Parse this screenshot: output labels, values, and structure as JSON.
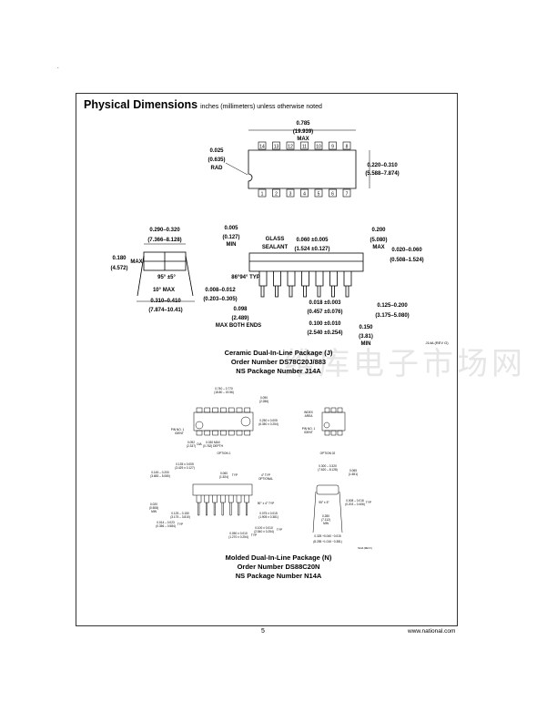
{
  "header": {
    "title": "Physical Dimensions",
    "subtitle": "inches (millimeters) unless otherwise noted"
  },
  "watermark": "维库电子市场网",
  "top_view": {
    "length": "0.785",
    "length_mm": "(19.939)",
    "length_note": "MAX",
    "rad": "0.025",
    "rad_mm": "(0.635)",
    "rad_note": "RAD",
    "width": "0.220–0.310",
    "width_mm": "(5.588–7.874)",
    "top_pins": [
      "14",
      "13",
      "12",
      "11",
      "10",
      "9",
      "8"
    ],
    "bottom_pins": [
      "1",
      "2",
      "3",
      "4",
      "5",
      "6",
      "7"
    ]
  },
  "end_view": {
    "span": "0.290–0.320",
    "span_mm": "(7.366–8.128)",
    "height": "0.180",
    "height_mm": "(4.572)",
    "height_note": "MAX",
    "angle": "95° ±5°",
    "max_angle": "10° MAX",
    "lead_thk": "0.008–0.012",
    "lead_thk_mm": "(0.203–0.305)",
    "outer": "0.310–0.410",
    "outer_mm": "(7.874–10.41)"
  },
  "side_view": {
    "min_gap": "0.005",
    "min_gap_mm": "(0.127)",
    "min_gap_note": "MIN",
    "glass": "GLASS",
    "sealant": "SEALANT",
    "pitch_w": "0.060 ±0.005",
    "pitch_w_mm": "(1.524 ±0.127)",
    "height": "0.200",
    "height_mm": "(5.080)",
    "height_note": "MAX",
    "stand": "0.020–0.060",
    "stand_mm": "(0.508–1.524)",
    "angle": "86°94° TYP",
    "end": "0.098",
    "end_mm": "(2.489)",
    "end_note": "MAX BOTH ENDS",
    "lead_w": "0.018 ±0.003",
    "lead_w_mm": "(0.457 ±0.076)",
    "pitch": "0.100 ±0.010",
    "pitch_mm": "(2.540 ±0.254)",
    "lead_len": "0.125–0.200",
    "lead_len_mm": "(3.175–5.080)",
    "min_len": "0.150",
    "min_len_mm": "(3.81)",
    "min_len_note": "MIN",
    "rev": "J14A (REV G)"
  },
  "caption_j": [
    "Ceramic Dual-In-Line Package (J)",
    "Order Number DS78C20J/883",
    "NS Package Number J14A"
  ],
  "n_top": {
    "length": "0.740 – 0.770",
    "length_mm": "(18.80 – 19.56)",
    "end": "0.090",
    "end_mm": "(2.286)",
    "width": "0.250 ± 0.005",
    "width_mm": "(6.350 ± 0.254)",
    "pin1": "PIN NO. 1",
    "ident": "IDENT",
    "dia": "0.092",
    "dia_mm": "(2.337)",
    "dia_note": "DIA",
    "depth": "0.030  MAX",
    "depth_mm": "(0.762)  DEPTH",
    "option1": "OPTION 1",
    "index": "INDEX",
    "area": "AREA",
    "option2": "OPTION 02"
  },
  "n_side": {
    "h1": "0.135 ± 0.005",
    "h1_mm": "(3.429 ± 0.127)",
    "h2": "0.145 – 0.200",
    "h2_mm": "(3.683 – 5.080)",
    "w": "0.060",
    "w_mm": "(1.524)",
    "typ": "TYP",
    "opt": "4° TYP",
    "optional": "OPTIONAL",
    "min": "0.020",
    "min_mm": "(0.508)",
    "min_note": "MIN",
    "ll": "0.125 – 0.150",
    "ll_mm": "(3.175 – 3.810)",
    "lw": "0.014 – 0.023",
    "lw_mm": "(0.356 – 0.584)",
    "ang": "90° ± 4° TYP",
    "sh": "0.075 ± 0.015",
    "sh_mm": "(1.905 ± 0.381)",
    "p": "0.100 ± 0.010",
    "p_mm": "(2.540 ± 0.254)",
    "e": "0.050 ± 0.010",
    "e_mm": "(1.270 ± 0.254)"
  },
  "n_end": {
    "span": "0.300 – 0.320",
    "span_mm": "(7.620 – 8.128)",
    "h": "0.065",
    "h_mm": "(1.651)",
    "ang": "95° ± 5°",
    "thk": "0.008 – 0.016",
    "thk_mm": "(0.203 – 0.406)",
    "typ": "TYP",
    "min": "0.280",
    "min_mm": "(7.112)",
    "min_note": "MIN",
    "o1": "0.325 +0.040 −0.015",
    "o2": "(8.255 +1.016 −0.381)",
    "rev": "N14A (REV F)"
  },
  "caption_n": [
    "Molded Dual-In-Line Package (N)",
    "Order Number DS88C20N",
    "NS Package Number N14A"
  ],
  "footer": {
    "page": "5",
    "url": "www.national.com"
  }
}
